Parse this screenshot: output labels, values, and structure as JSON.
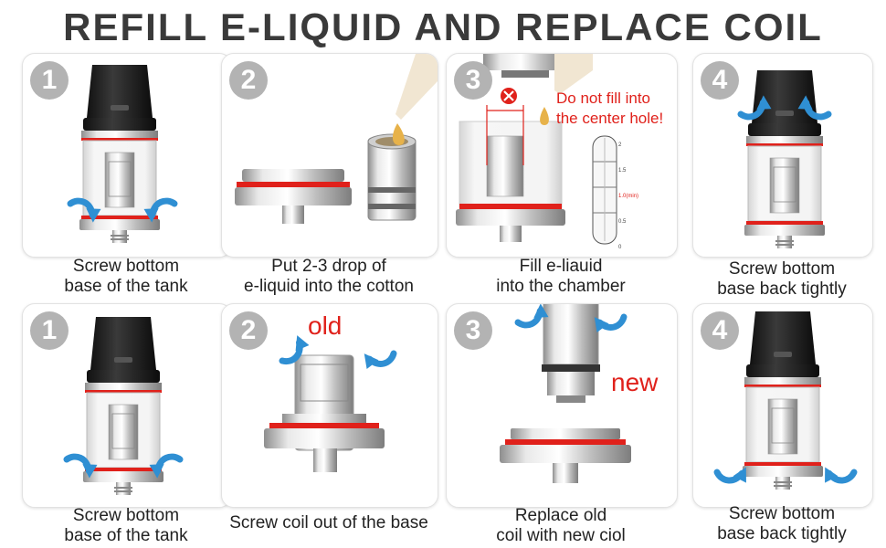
{
  "title": "REFILL E-LIQUID AND REPLACE COIL",
  "row1": [
    {
      "step": "1",
      "caption": [
        "Screw bottom",
        "base of the tank"
      ]
    },
    {
      "step": "2",
      "caption": [
        "Put 2-3 drop of",
        "e-liquid into the cotton"
      ]
    },
    {
      "step": "3",
      "caption": [
        "Fill e-liauid",
        "into the chamber"
      ],
      "warning": [
        "Do  not fill into",
        "the center hole!"
      ],
      "gauge": {
        "ticks": [
          "2",
          "1.5",
          "1.0(min)",
          "0.5",
          "0"
        ]
      }
    },
    {
      "step": "4",
      "caption": [
        "Screw bottom",
        "base back tightly"
      ]
    }
  ],
  "row2": [
    {
      "step": "1",
      "caption": [
        "Screw bottom",
        "base of the tank"
      ]
    },
    {
      "step": "2",
      "caption": [
        "Screw coil out of the base"
      ],
      "label": "old"
    },
    {
      "step": "3",
      "caption": [
        "Replace old",
        "coil with new ciol"
      ],
      "label": "new"
    },
    {
      "step": "4",
      "caption": [
        "Screw bottom",
        "base back tightly"
      ]
    }
  ],
  "colors": {
    "accent": "#e0211b",
    "arrow": "#2f8fd3",
    "badge": "#b3b3b3"
  }
}
